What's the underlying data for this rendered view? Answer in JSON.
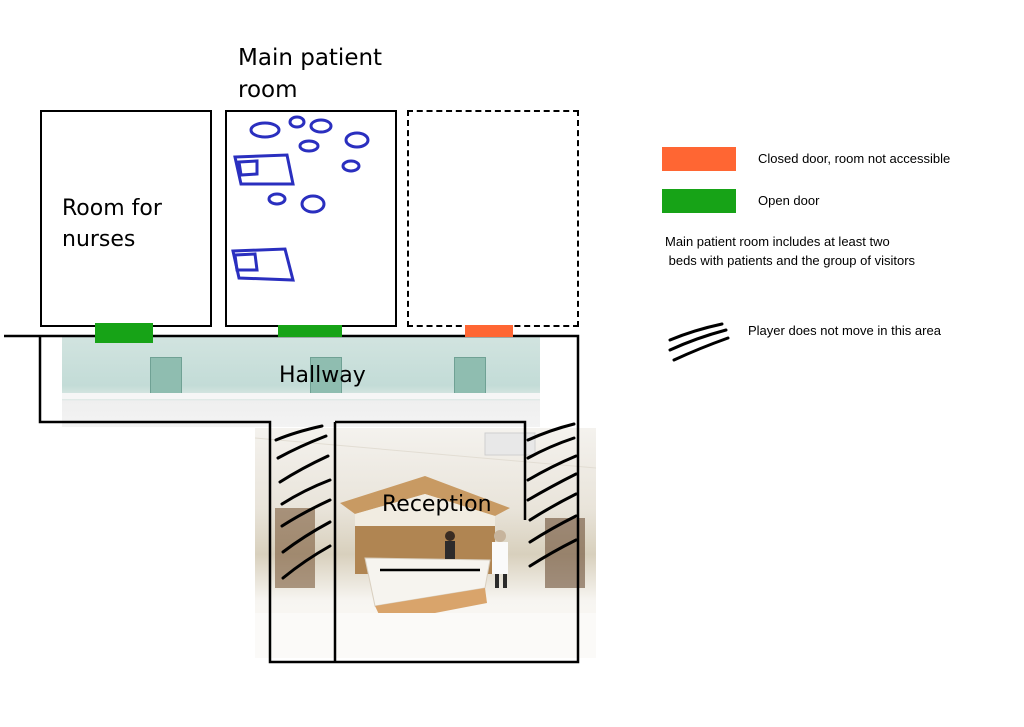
{
  "rooms": {
    "main_patient_room_title": "Main patient\nroom",
    "nurses_room_label": "Room for\nnurses",
    "hallway_label": "Hallway",
    "reception_label": "Reception"
  },
  "legend": {
    "closed_door": {
      "text": "Closed door, room not accessible",
      "color": "#ff6633"
    },
    "open_door": {
      "text": "Open door",
      "color": "#17a317"
    },
    "note": "Main patient room includes at least two\n beds with patients and the group of visitors",
    "no_move": {
      "text": "Player does not move in this area"
    }
  },
  "colors": {
    "open_door": "#17a317",
    "closed_door": "#ff6633",
    "sketch_blue": "#2a2fbf"
  }
}
